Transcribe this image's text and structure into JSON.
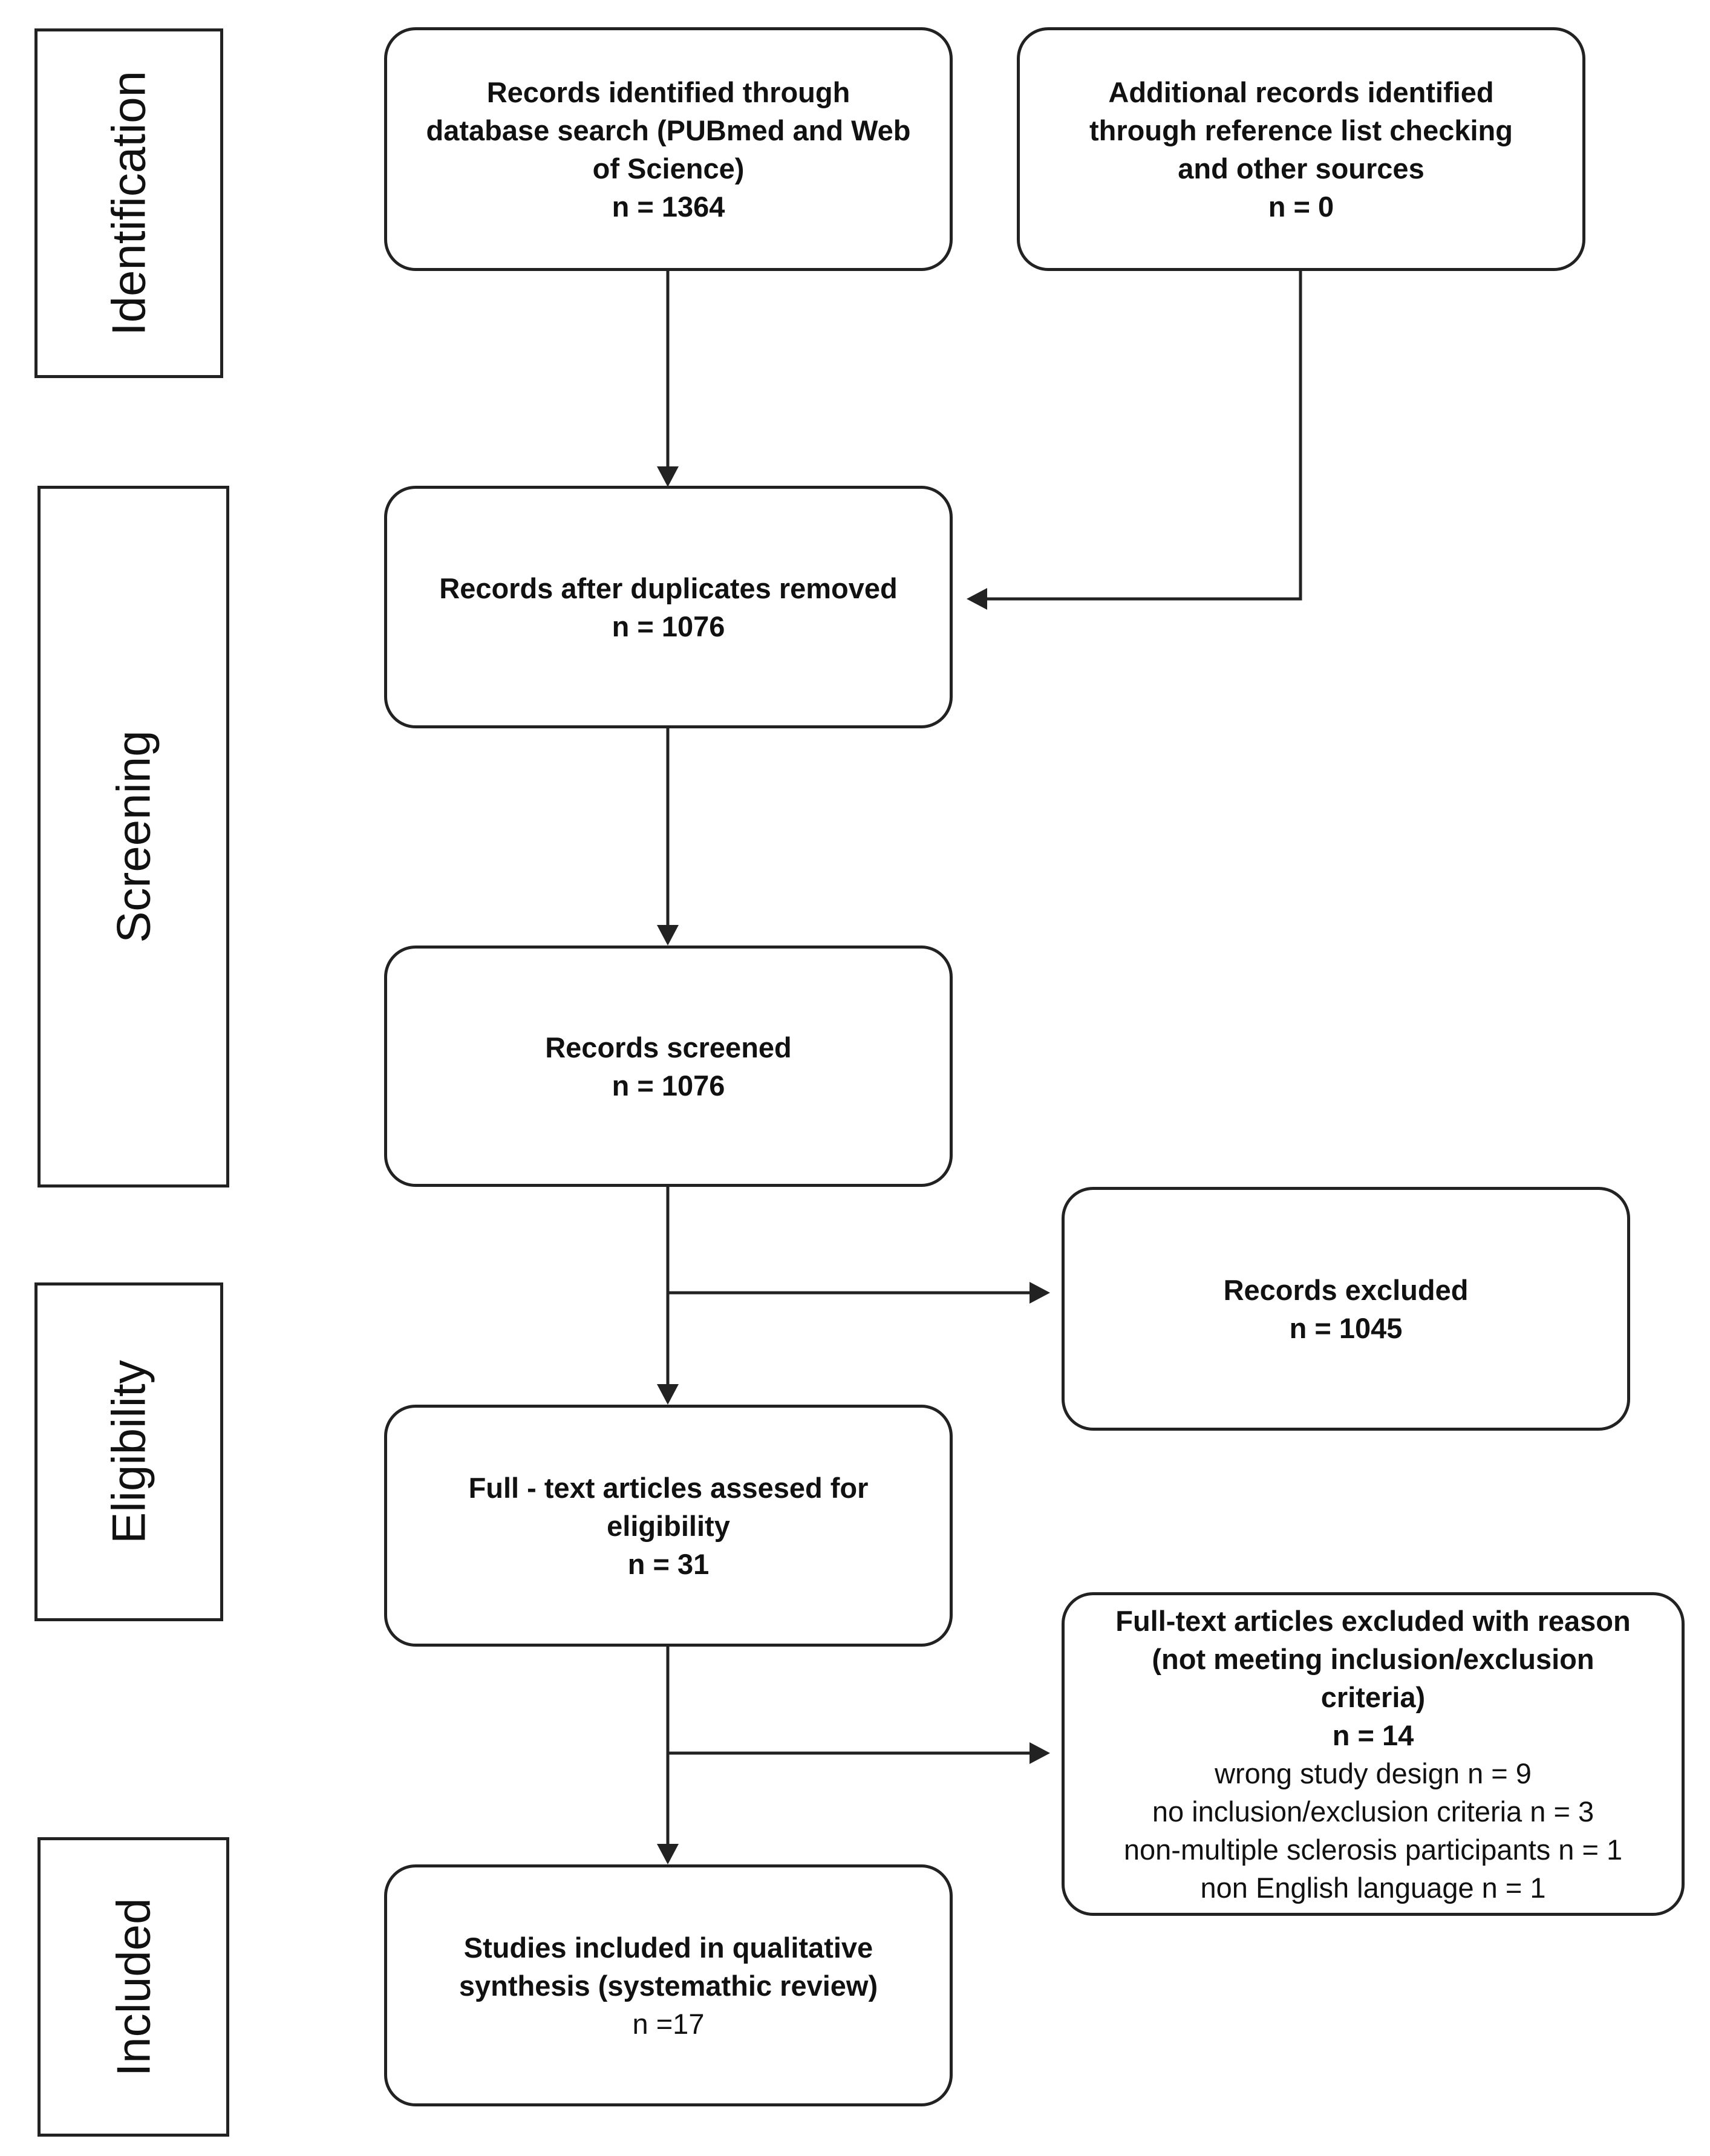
{
  "stages": {
    "identification": "Identification",
    "screening": "Screening",
    "eligibility": "Eligibility",
    "included": "Included"
  },
  "boxes": {
    "database_search": {
      "lines": [
        "Records identified through",
        "database search (PUBmed and Web",
        "of Science)"
      ],
      "count": "n = 1364"
    },
    "additional_records": {
      "lines": [
        "Additional records identified",
        "through reference list checking",
        "and other sources"
      ],
      "count": "n = 0"
    },
    "duplicates_removed": {
      "lines": [
        "Records after duplicates removed"
      ],
      "count": "n = 1076"
    },
    "records_screened": {
      "lines": [
        "Records screened"
      ],
      "count": "n = 1076"
    },
    "records_excluded": {
      "lines": [
        "Records excluded"
      ],
      "count": "n = 1045"
    },
    "full_text_assessed": {
      "lines": [
        "Full - text articles assesed for",
        "eligibility"
      ],
      "count": "n = 31"
    },
    "full_text_excluded": {
      "lines": [
        "Full-text articles excluded with reason",
        "(not meeting inclusion/exclusion",
        "criteria)"
      ],
      "count": "n = 14",
      "reasons": [
        "wrong study design n = 9",
        "no inclusion/exclusion  criteria n = 3",
        "non-multiple sclerosis participants n = 1",
        "non English language n = 1"
      ]
    },
    "studies_included": {
      "lines": [
        "Studies included in qualitative",
        "synthesis (systemathic review)"
      ],
      "count": "n =17"
    }
  }
}
